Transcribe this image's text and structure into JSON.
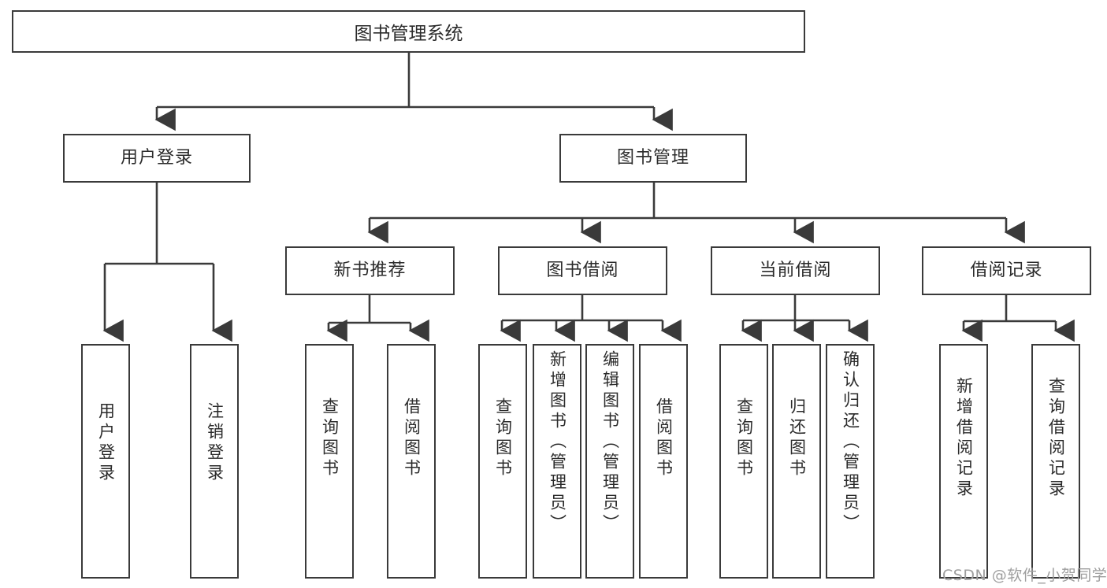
{
  "diagram": {
    "type": "tree",
    "title": "图书管理系统",
    "watermark": "CSDN @软件_小贺同学",
    "colors": {
      "stroke": "#3a3a3a",
      "text": "#2b2b2b",
      "background": "#ffffff",
      "watermark": "#9e9e9e"
    },
    "nodes": {
      "root": {
        "label": "图书管理系统"
      },
      "level2": [
        {
          "label": "用户登录"
        },
        {
          "label": "图书管理"
        }
      ],
      "level3": [
        {
          "label": "新书推荐"
        },
        {
          "label": "图书借阅"
        },
        {
          "label": "当前借阅"
        },
        {
          "label": "借阅记录"
        }
      ],
      "leaves": {
        "user_login": [
          {
            "label": "用户登录"
          },
          {
            "label": "注销登录"
          }
        ],
        "new_book": [
          {
            "label": "查询图书"
          },
          {
            "label": "借阅图书"
          }
        ],
        "borrow_book": [
          {
            "label": "查询图书"
          },
          {
            "label": "新增图书（管理员）"
          },
          {
            "label": "编辑图书（管理员）"
          },
          {
            "label": "借阅图书"
          }
        ],
        "current_borrow": [
          {
            "label": "查询图书"
          },
          {
            "label": "归还图书"
          },
          {
            "label": "确认归还（管理员）"
          }
        ],
        "borrow_record": [
          {
            "label": "新增借阅记录"
          },
          {
            "label": "查询借阅记录"
          }
        ]
      }
    }
  }
}
